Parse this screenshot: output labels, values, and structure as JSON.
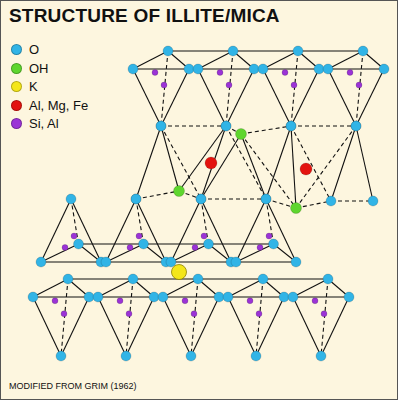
{
  "diagram": {
    "title": "STRUCTURE OF ILLITE/MICA",
    "caption": "MODIFIED FROM GRIM (1962)",
    "legend": [
      {
        "text": "O",
        "color": "#31b4e6"
      },
      {
        "text": "OH",
        "color": "#5fd62e"
      },
      {
        "text": "K",
        "color": "#f4e61a"
      },
      {
        "text": "Al, Mg, Fe",
        "color": "#e3130f"
      },
      {
        "text": "Si, Al",
        "color": "#9b33d6"
      }
    ]
  }
}
